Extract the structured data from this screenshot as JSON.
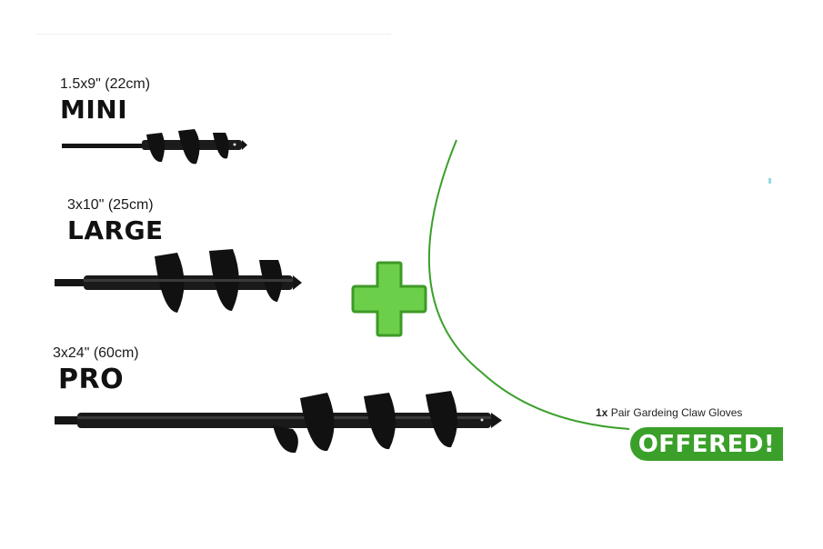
{
  "products": [
    {
      "size": "1.5x9\" (22cm)",
      "model": "MINI"
    },
    {
      "size": "3x10\" (25cm)",
      "model": "LARGE"
    },
    {
      "size": "3x24\" (60cm)",
      "model": "PRO"
    }
  ],
  "bonus": {
    "quantity": "1x",
    "item": "Pair Gardeing Claw Gloves",
    "badge": "OFFERED!"
  },
  "colors": {
    "accent_green": "#3aa02a",
    "plus_fill": "#6ccf4a",
    "plus_stroke": "#3e9a27",
    "auger": "#151515"
  },
  "icons": [
    "plus-icon",
    "auger-drill-bit"
  ]
}
